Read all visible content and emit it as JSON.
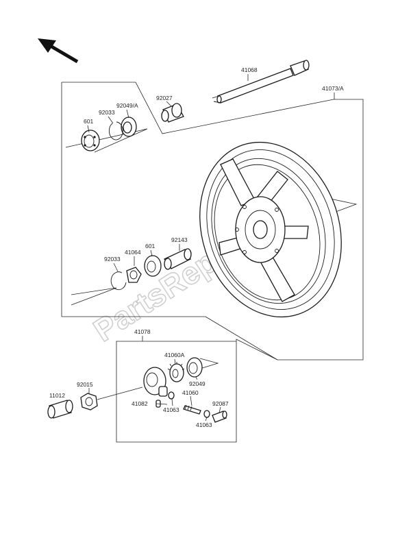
{
  "watermark": "PartsRepublik",
  "labels": {
    "p41068": "41068",
    "p41073a": "41073/A",
    "p92027": "92027",
    "p92049a": "92049/A",
    "p92033_top": "92033",
    "p601_top": "601",
    "p92143": "92143",
    "p601_mid": "601",
    "p41064": "41064",
    "p92033_mid": "92033",
    "p41078": "41078",
    "p41060a": "41060A",
    "p92049": "92049",
    "p92015": "92015",
    "p11012": "11012",
    "p41060": "41060",
    "p92087": "92087",
    "p41082": "41082",
    "p41063_a": "41063",
    "p41063_b": "41063"
  }
}
